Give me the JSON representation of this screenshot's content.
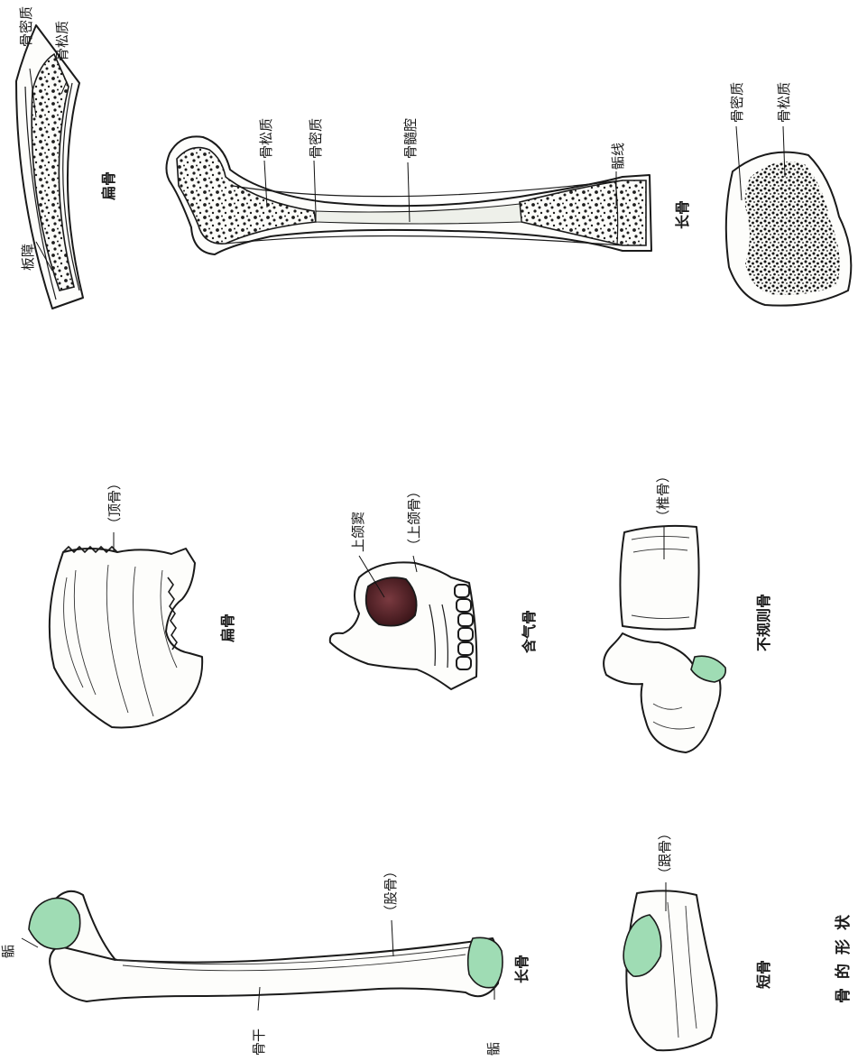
{
  "figure_title": "骨的形状",
  "section_labels": {
    "flat_bone_section": "扁骨",
    "long_bone_section": "长骨",
    "flat_bone_skull": "扁骨",
    "pneumatic_bone": "含气骨",
    "irregular_bone": "不规则骨",
    "long_bone_femur": "长骨",
    "short_bone": "短骨"
  },
  "part_labels": {
    "flat_compact": "骨密质",
    "flat_spongy": "骨松质",
    "flat_diploe": "板障",
    "long_spongy": "骨松质",
    "long_compact": "骨密质",
    "long_marrow_cavity": "骨髓腔",
    "long_epiphyseal_line": "骺线",
    "block_compact": "骨密质",
    "block_spongy": "骨松质",
    "parietal": "（顶骨）",
    "maxillary_sinus": "上颌窦",
    "maxilla": "（上颌骨）",
    "vertebra": "（椎骨）",
    "femur_name": "（股骨）",
    "femur_epiphysis_top": "骺",
    "femur_shaft": "骨干",
    "femur_epiphysis_bottom": "骺",
    "calcaneus": "（跟骨）"
  },
  "colors": {
    "cartilage": "#9fdcb4",
    "ink": "#1a1a1a",
    "sinus": "#4a1f24"
  }
}
